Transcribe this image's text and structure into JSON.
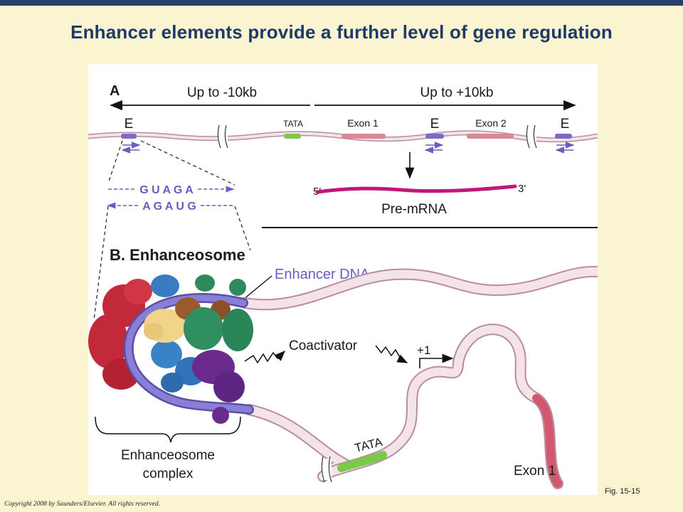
{
  "slide": {
    "title": "Enhancer elements provide a further level of gene regulation",
    "fig_label": "Fig. 15-15",
    "copyright": "Copyright 2008 by Saunders/Elsevier. All rights reserved."
  },
  "panel_a": {
    "label": "A",
    "upstream_range": "Up to -10kb",
    "downstream_range": "Up to +10kb",
    "enhancer_label": "E",
    "tata": "TATA",
    "exon1": "Exon 1",
    "exon2": "Exon 2",
    "seq_top": "G U A G A",
    "seq_bottom": "A G A U G",
    "five_prime": "5'",
    "three_prime": "3'",
    "pre_mrna": "Pre-mRNA"
  },
  "panel_b": {
    "label": "B. Enhanceosome",
    "enhancer_dna": "Enhancer DNA",
    "coactivator": "Coactivator",
    "start_site": "+1",
    "tata": "TATA",
    "exon1": "Exon 1",
    "complex_line1": "Enhanceosome",
    "complex_line2": "complex"
  },
  "colors": {
    "title": "#1f3a68",
    "background": "#fbf4d0",
    "dna_pink": "#f2dde2",
    "enhancer_purple": "#7b6bc4",
    "exon_red": "#d2586e",
    "tata_green": "#7ac94a",
    "mrna_magenta": "#c0177a"
  }
}
